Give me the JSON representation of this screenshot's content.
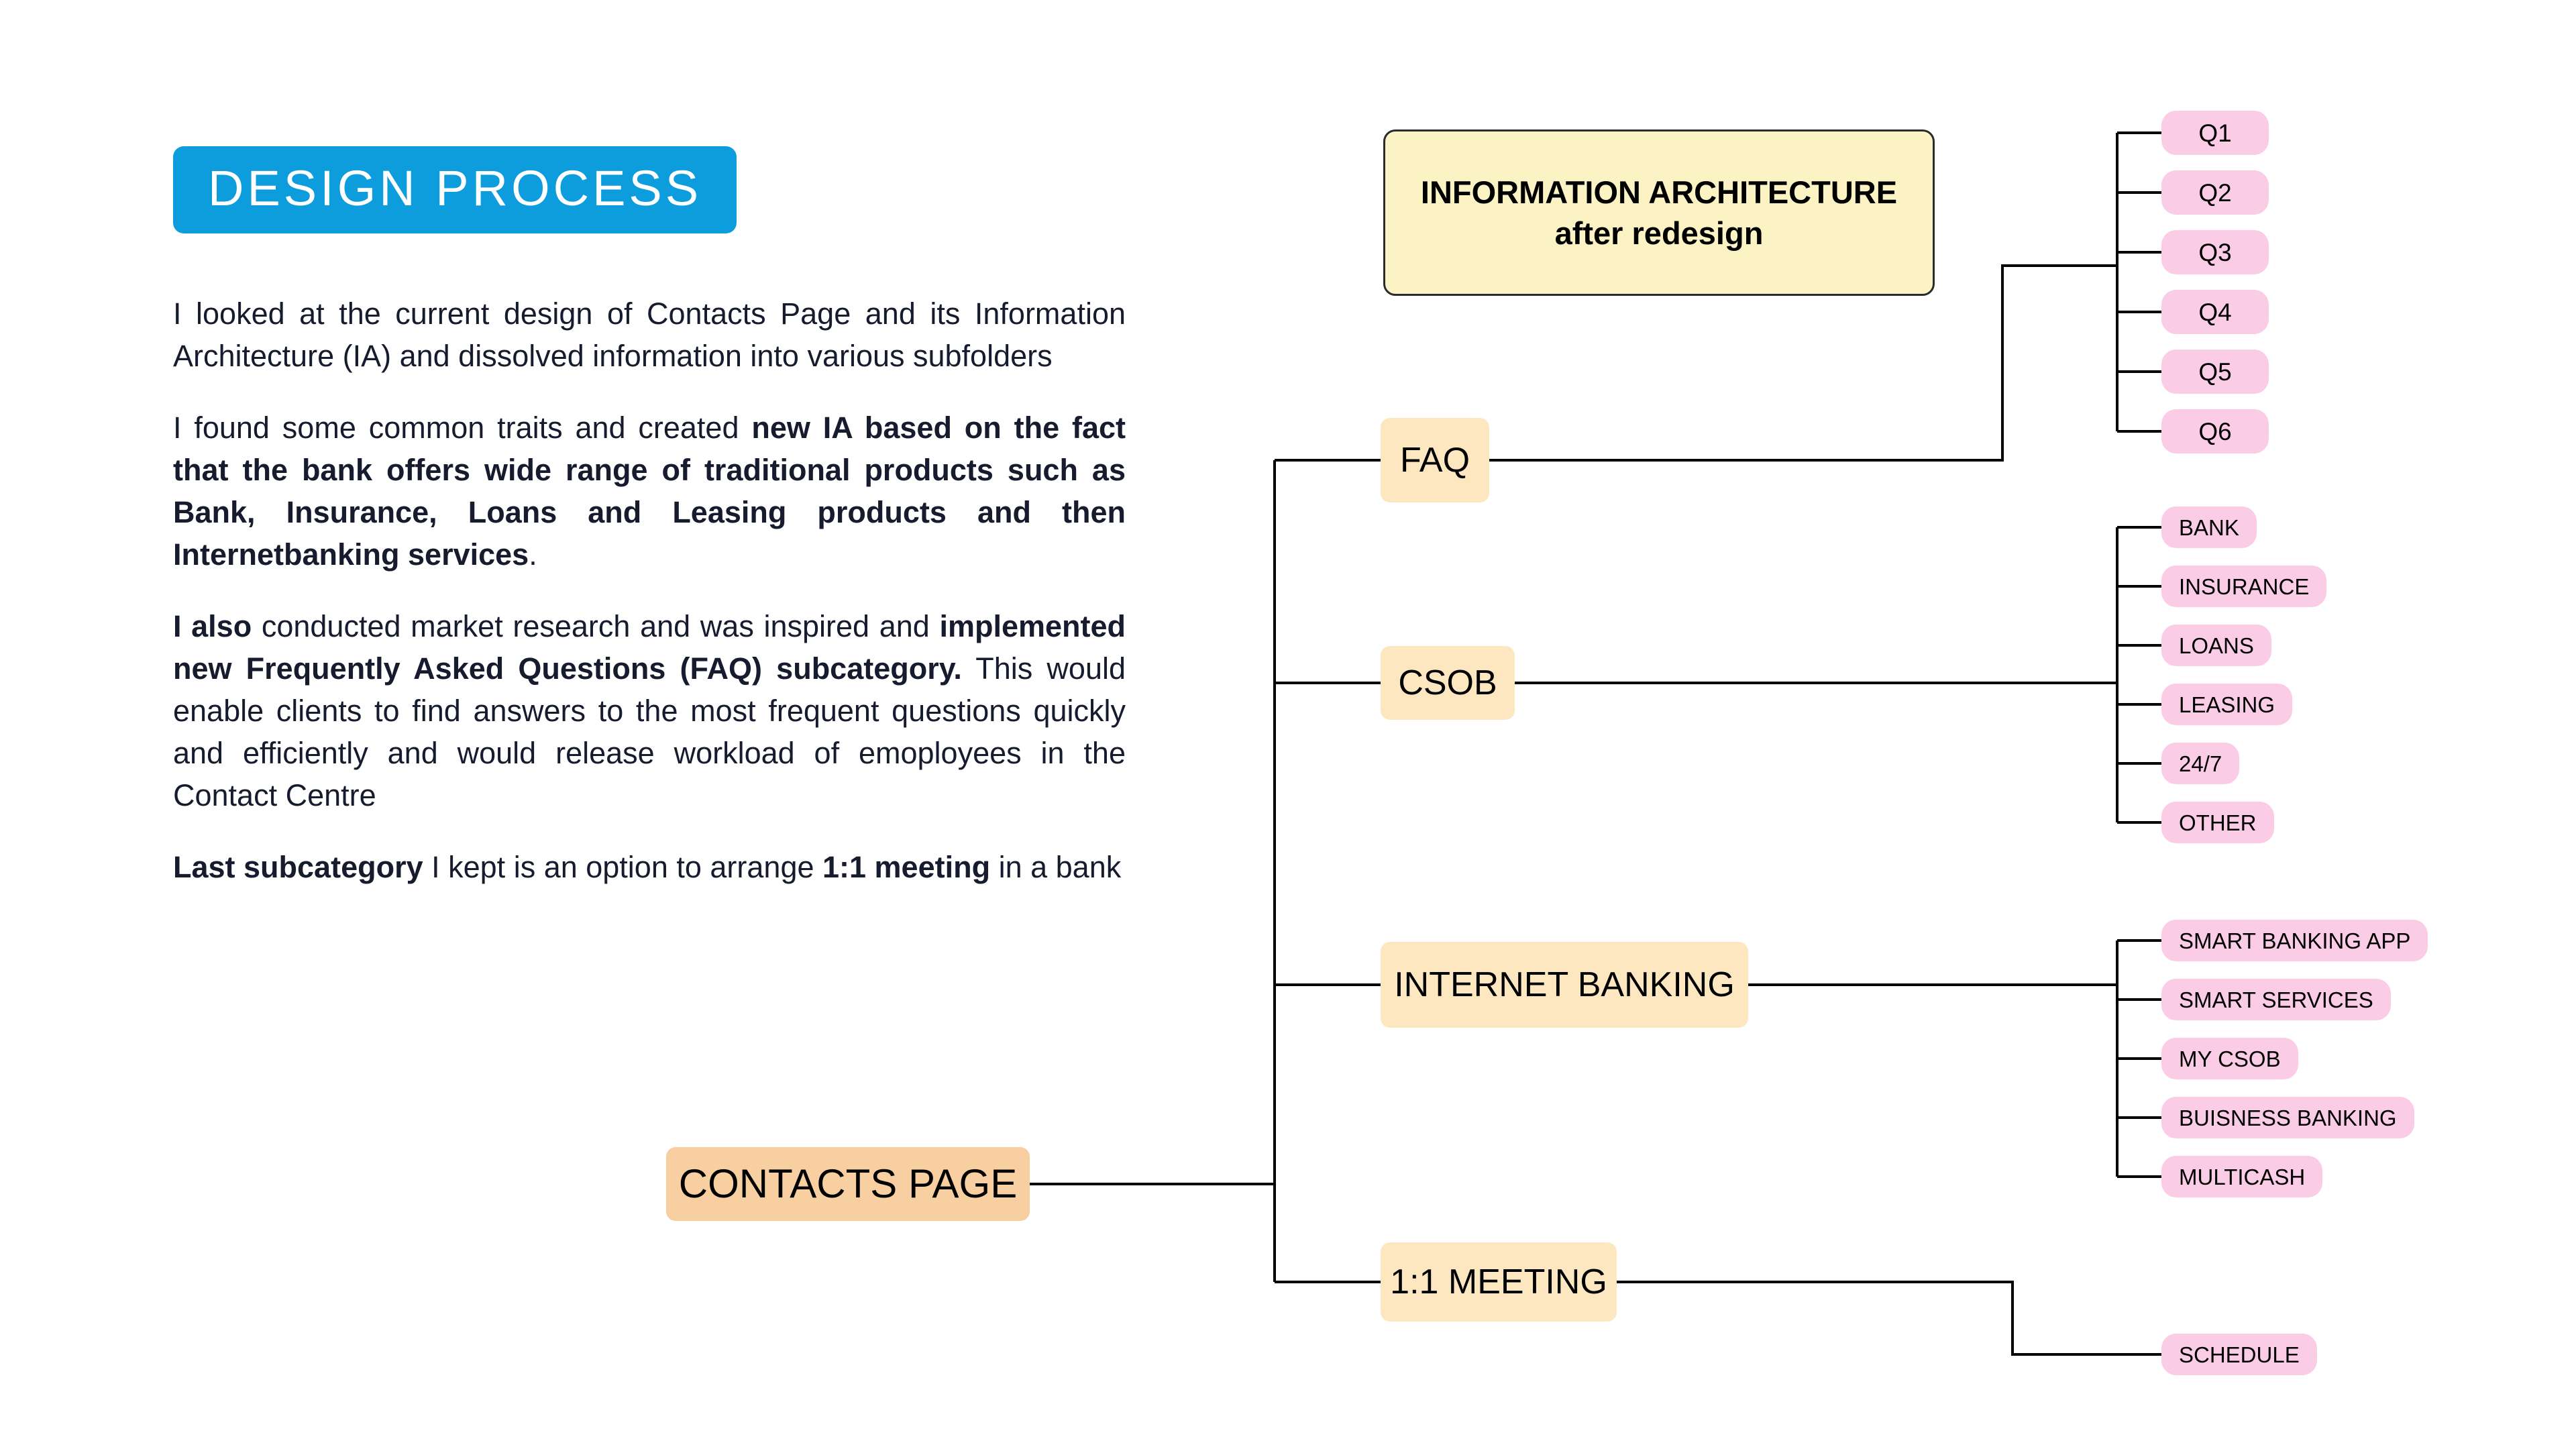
{
  "left_panel": {
    "title_badge": "DESIGN PROCESS",
    "paragraphs": [
      {
        "id": "p1",
        "runs": [
          {
            "text": "I looked at the current design of Contacts Page and its Information Architecture (IA) and dissolved information into various subfolders",
            "bold": false
          }
        ]
      },
      {
        "id": "p2",
        "runs": [
          {
            "text": "I found some common traits and created ",
            "bold": false
          },
          {
            "text": "new IA based on the fact that the bank offers wide range of traditional products such as Bank, Insurance, Loans and Leasing products and then Internetbanking services",
            "bold": true
          },
          {
            "text": ".",
            "bold": false
          }
        ]
      },
      {
        "id": "p3",
        "runs": [
          {
            "text": "I also",
            "bold": true
          },
          {
            "text": " conducted  market research and was inspired and ",
            "bold": false
          },
          {
            "text": "implemented new Frequently Asked Questions (FAQ) subcategory.",
            "bold": true
          },
          {
            "text": " This would enable clients to find answers to the most frequent questions quickly and efficiently and would release workload of emoployees in the Contact Centre",
            "bold": false
          }
        ]
      },
      {
        "id": "p4",
        "runs": [
          {
            "text": "Last subcategory",
            "bold": true
          },
          {
            "text": " I kept is an option to arrange ",
            "bold": false
          },
          {
            "text": "1:1 meeting",
            "bold": true
          },
          {
            "text": " in a bank",
            "bold": false
          }
        ]
      }
    ]
  },
  "diagram": {
    "title_card": {
      "line1": "INFORMATION ARCHITECTURE",
      "line2": "after redesign"
    },
    "root": {
      "label": "CONTACTS PAGE"
    },
    "branches": [
      {
        "id": "faq",
        "label": "FAQ",
        "children": [
          {
            "id": "q1",
            "label": "Q1"
          },
          {
            "id": "q2",
            "label": "Q2"
          },
          {
            "id": "q3",
            "label": "Q3"
          },
          {
            "id": "q4",
            "label": "Q4"
          },
          {
            "id": "q5",
            "label": "Q5"
          },
          {
            "id": "q6",
            "label": "Q6"
          }
        ]
      },
      {
        "id": "csob",
        "label": "CSOB",
        "children": [
          {
            "id": "bank",
            "label": "BANK"
          },
          {
            "id": "insurance",
            "label": "INSURANCE"
          },
          {
            "id": "loans",
            "label": "LOANS"
          },
          {
            "id": "leasing",
            "label": "LEASING"
          },
          {
            "id": "twentyfourseven",
            "label": "24/7"
          },
          {
            "id": "other",
            "label": "OTHER"
          }
        ]
      },
      {
        "id": "internet-banking",
        "label": "INTERNET BANKING",
        "children": [
          {
            "id": "smart-banking-app",
            "label": "SMART BANKING APP"
          },
          {
            "id": "smart-services",
            "label": "SMART SERVICES"
          },
          {
            "id": "my-csob",
            "label": "MY CSOB"
          },
          {
            "id": "buisness-banking",
            "label": "BUISNESS BANKING"
          },
          {
            "id": "multicash",
            "label": "MULTICASH"
          }
        ]
      },
      {
        "id": "one-to-one-meeting",
        "label": "1:1 MEETING",
        "children": [
          {
            "id": "schedule",
            "label": "SCHEDULE"
          }
        ]
      }
    ]
  },
  "colors": {
    "badge_blue": "#0D9CDC",
    "title_card_yellow": "#FBF3C3",
    "mid_node_peach": "#FCE7C0",
    "root_peach": "#F7CFA1",
    "leaf_pink": "#FBCCE6",
    "text_dark": "#161B2E",
    "connector_black": "#000000",
    "background": "#FFFFFF"
  }
}
